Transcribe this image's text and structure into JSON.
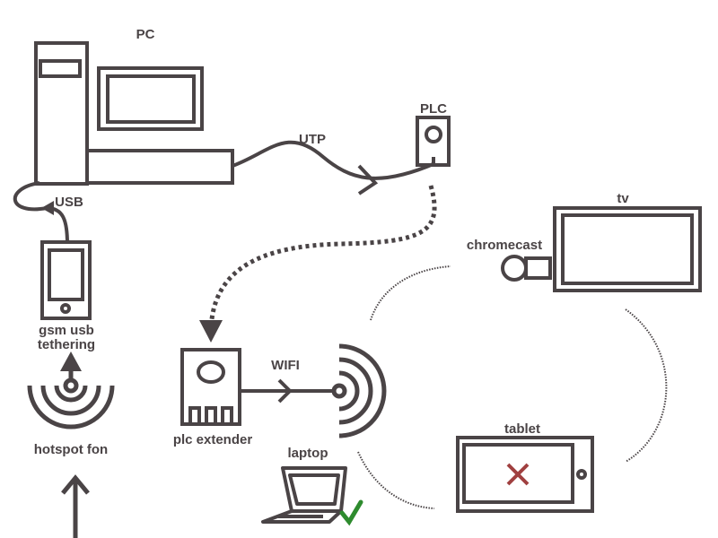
{
  "labels": {
    "pc": "PC",
    "usb": "USB",
    "utp": "UTP",
    "plc": "PLC",
    "tv": "tv",
    "chromecast": "chromecast",
    "gsm_line1": "gsm usb",
    "gsm_line2": "tethering",
    "wifi": "WIFI",
    "hotspot": "hotspot fon",
    "plc_extender": "plc extender",
    "laptop": "laptop",
    "tablet": "tablet"
  },
  "colors": {
    "ink": "#4a4446",
    "error": "#a04040",
    "ok": "#2e8b2e"
  },
  "icons": {
    "tablet_status": "x-mark-icon",
    "laptop_status": "checkmark-icon"
  }
}
